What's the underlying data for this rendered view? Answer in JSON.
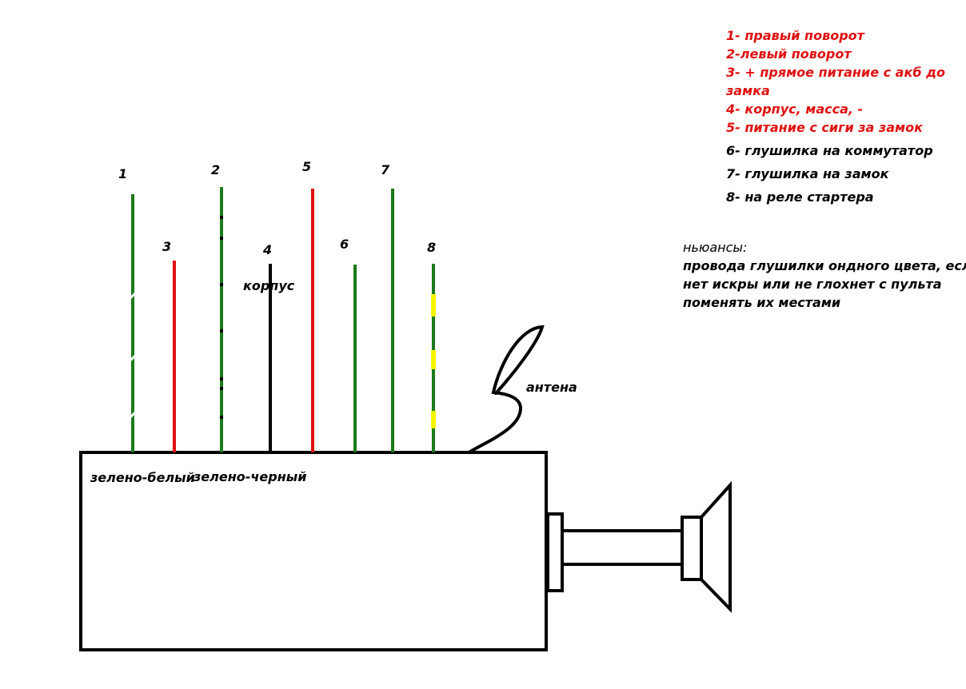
{
  "wire_numbers": [
    "1",
    "2",
    "3",
    "4",
    "5",
    "6",
    "7",
    "8"
  ],
  "labels": {
    "body_wire": "корпус",
    "green_white": "зелено-белый",
    "green_black": "зелено-черный",
    "antenna": "антена"
  },
  "legend": [
    {
      "text": "1- правый поворот",
      "color": "#e01010"
    },
    {
      "text": "2-левый поворот",
      "color": "#e01010"
    },
    {
      "text": "3- + прямое питание с акб до",
      "color": "#e01010"
    },
    {
      "text": "замка",
      "color": "#e01010"
    },
    {
      "text": "4- корпус, масса, -",
      "color": "#e01010"
    },
    {
      "text": "5- питание с сиги за замок",
      "color": "#e01010"
    },
    {
      "text": "6- глушилка на коммутатор",
      "color": "#000000"
    },
    {
      "text": "7- глушилка на замок",
      "color": "#000000"
    },
    {
      "text": "8- на реле стартера",
      "color": "#000000"
    }
  ],
  "notes": {
    "heading": "ньюансы:",
    "lines": [
      "провода глушилки ондного цвета, если",
      "нет искры или не глохнет с пульта",
      "поменять их местами"
    ]
  },
  "colors": {
    "green": "#1a7a1a",
    "red": "#e01010",
    "black": "#000000",
    "yellow": "#f5f500",
    "legend_red": "#e01010"
  }
}
